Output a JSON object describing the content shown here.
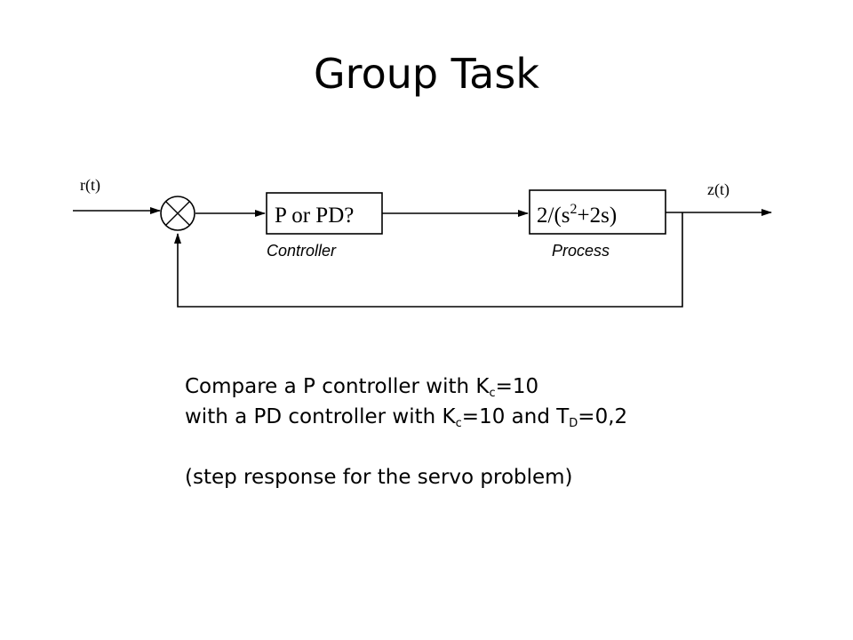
{
  "slide": {
    "title": "Group Task"
  },
  "diagram": {
    "input_signal": "r(t)",
    "output_signal": "z(t)",
    "controller": {
      "block_text": "P or PD?",
      "caption": "Controller"
    },
    "process": {
      "block_text_prefix": "2/(s",
      "block_text_sup": "2",
      "block_text_suffix": "+2s)",
      "caption": "Process"
    }
  },
  "task": {
    "line1": {
      "text": "Compare a P controller with K",
      "sub": "c",
      "tail": "=10"
    },
    "line2": {
      "text": "with a PD controller with K",
      "sub1": "c",
      "mid": "=10 and T",
      "sub2": "D",
      "tail": "=0,2"
    },
    "line4": "(step response for the servo problem)"
  }
}
